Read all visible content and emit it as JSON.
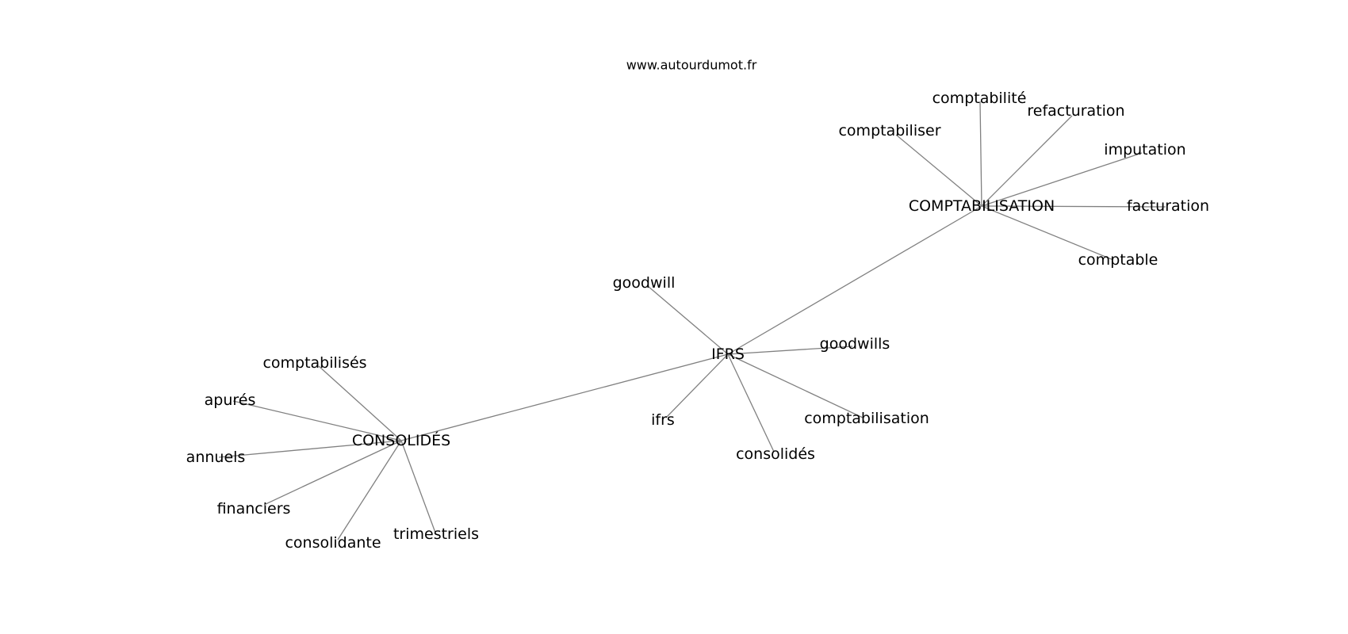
{
  "site": "www.autourdumot.fr",
  "graph": {
    "hubs": [
      {
        "id": "ifrs_hub",
        "label": "IFRS"
      },
      {
        "id": "comptabilisation_hub",
        "label": "COMPTABILISATION"
      },
      {
        "id": "consolides_hub",
        "label": "CONSOLIDÉS"
      }
    ],
    "words": [
      {
        "id": "comptabilite",
        "label": "comptabilité"
      },
      {
        "id": "refacturation",
        "label": "refacturation"
      },
      {
        "id": "comptabiliser",
        "label": "comptabiliser"
      },
      {
        "id": "imputation",
        "label": "imputation"
      },
      {
        "id": "facturation",
        "label": "facturation"
      },
      {
        "id": "comptable",
        "label": "comptable"
      },
      {
        "id": "goodwill",
        "label": "goodwill"
      },
      {
        "id": "goodwills",
        "label": "goodwills"
      },
      {
        "id": "ifrs",
        "label": "ifrs"
      },
      {
        "id": "comptabilisation",
        "label": "comptabilisation"
      },
      {
        "id": "consolides",
        "label": "consolidés"
      },
      {
        "id": "comptabilises",
        "label": "comptabilisés"
      },
      {
        "id": "apures",
        "label": "apurés"
      },
      {
        "id": "annuels",
        "label": "annuels"
      },
      {
        "id": "financiers",
        "label": "financiers"
      },
      {
        "id": "consolidante",
        "label": "consolidante"
      },
      {
        "id": "trimestriels",
        "label": "trimestriels"
      }
    ],
    "edges": [
      [
        "ifrs_hub",
        "comptabilisation_hub"
      ],
      [
        "ifrs_hub",
        "consolides_hub"
      ],
      [
        "ifrs_hub",
        "goodwill"
      ],
      [
        "ifrs_hub",
        "goodwills"
      ],
      [
        "ifrs_hub",
        "ifrs"
      ],
      [
        "ifrs_hub",
        "comptabilisation"
      ],
      [
        "ifrs_hub",
        "consolides"
      ],
      [
        "comptabilisation_hub",
        "comptabilite"
      ],
      [
        "comptabilisation_hub",
        "refacturation"
      ],
      [
        "comptabilisation_hub",
        "comptabiliser"
      ],
      [
        "comptabilisation_hub",
        "imputation"
      ],
      [
        "comptabilisation_hub",
        "facturation"
      ],
      [
        "comptabilisation_hub",
        "comptable"
      ],
      [
        "consolides_hub",
        "comptabilises"
      ],
      [
        "consolides_hub",
        "apures"
      ],
      [
        "consolides_hub",
        "annuels"
      ],
      [
        "consolides_hub",
        "financiers"
      ],
      [
        "consolides_hub",
        "consolidante"
      ],
      [
        "consolides_hub",
        "trimestriels"
      ]
    ]
  }
}
